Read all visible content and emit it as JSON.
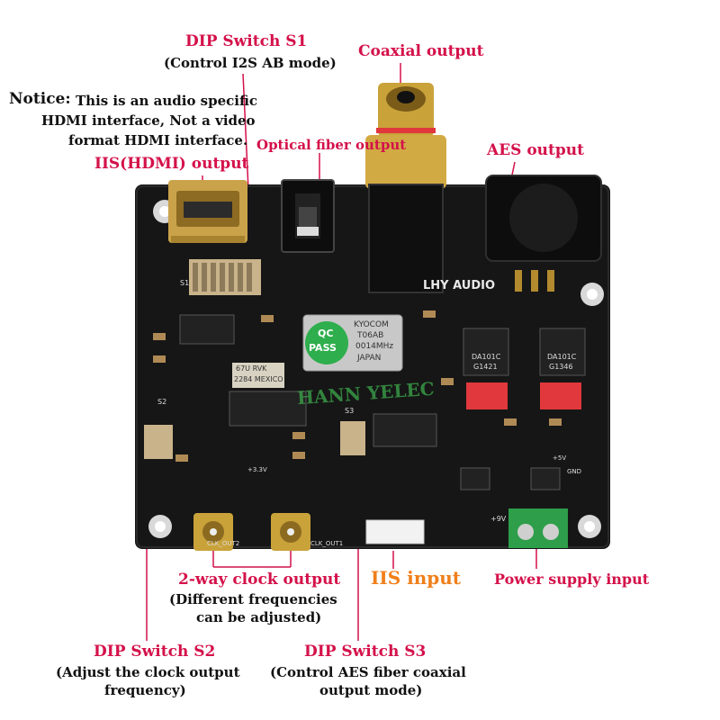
{
  "labels": {
    "dip_s1": "DIP Switch S1",
    "dip_s1_sub": "(Control I2S AB mode)",
    "coaxial": "Coaxial output",
    "notice_prefix": "Notice:",
    "notice_line1": "This is an audio specific",
    "notice_line2": "HDMI interface, Not a video",
    "notice_line3": "format HDMI interface.",
    "optical": "Optical fiber output",
    "iis_hdmi": "IIS(HDMI) output",
    "aes": "AES output",
    "clock_out": "2-way clock output",
    "clock_sub1": "(Different frequencies",
    "clock_sub2": "can be adjusted)",
    "iis_input": "IIS input",
    "power": "Power supply input",
    "dip_s2": "DIP Switch S2",
    "dip_s2_sub1": "(Adjust the clock output",
    "dip_s2_sub2": "frequency)",
    "dip_s3": "DIP Switch S3",
    "dip_s3_sub1": "(Control AES fiber coaxial",
    "dip_s3_sub2": "output mode)"
  },
  "board": {
    "brand": "LHY AUDIO",
    "qc_line1": "QC",
    "qc_line2": "PASS",
    "crystal_brand": "KYOCOM",
    "crystal_model": "T06AB",
    "crystal_freq": "0014MHz",
    "crystal_origin": "JAPAN",
    "chip1_model": "DA101C",
    "chip1_code": "G1421",
    "chip2_model": "DA101C",
    "chip2_code": "G1346",
    "clk_out1": "CLK_OUT1",
    "clk_out2": "CLK_OUT2",
    "ti_mark1": "67U RVK",
    "ti_mark2": "2284 MEXICO",
    "watermark": "HANN YELEC",
    "s1": "S1",
    "s2": "S2",
    "s3": "S3",
    "v33": "+3.3V",
    "v5": "+5V",
    "gnd": "GND",
    "v9": "+9V"
  },
  "colors": {
    "label_red": "#d4114a",
    "label_orange": "#f07f1a",
    "pcb": "#1a1a1a",
    "gold": "#c9a23a",
    "relay_red": "#e0383c",
    "terminal_green": "#2e9e4a"
  }
}
